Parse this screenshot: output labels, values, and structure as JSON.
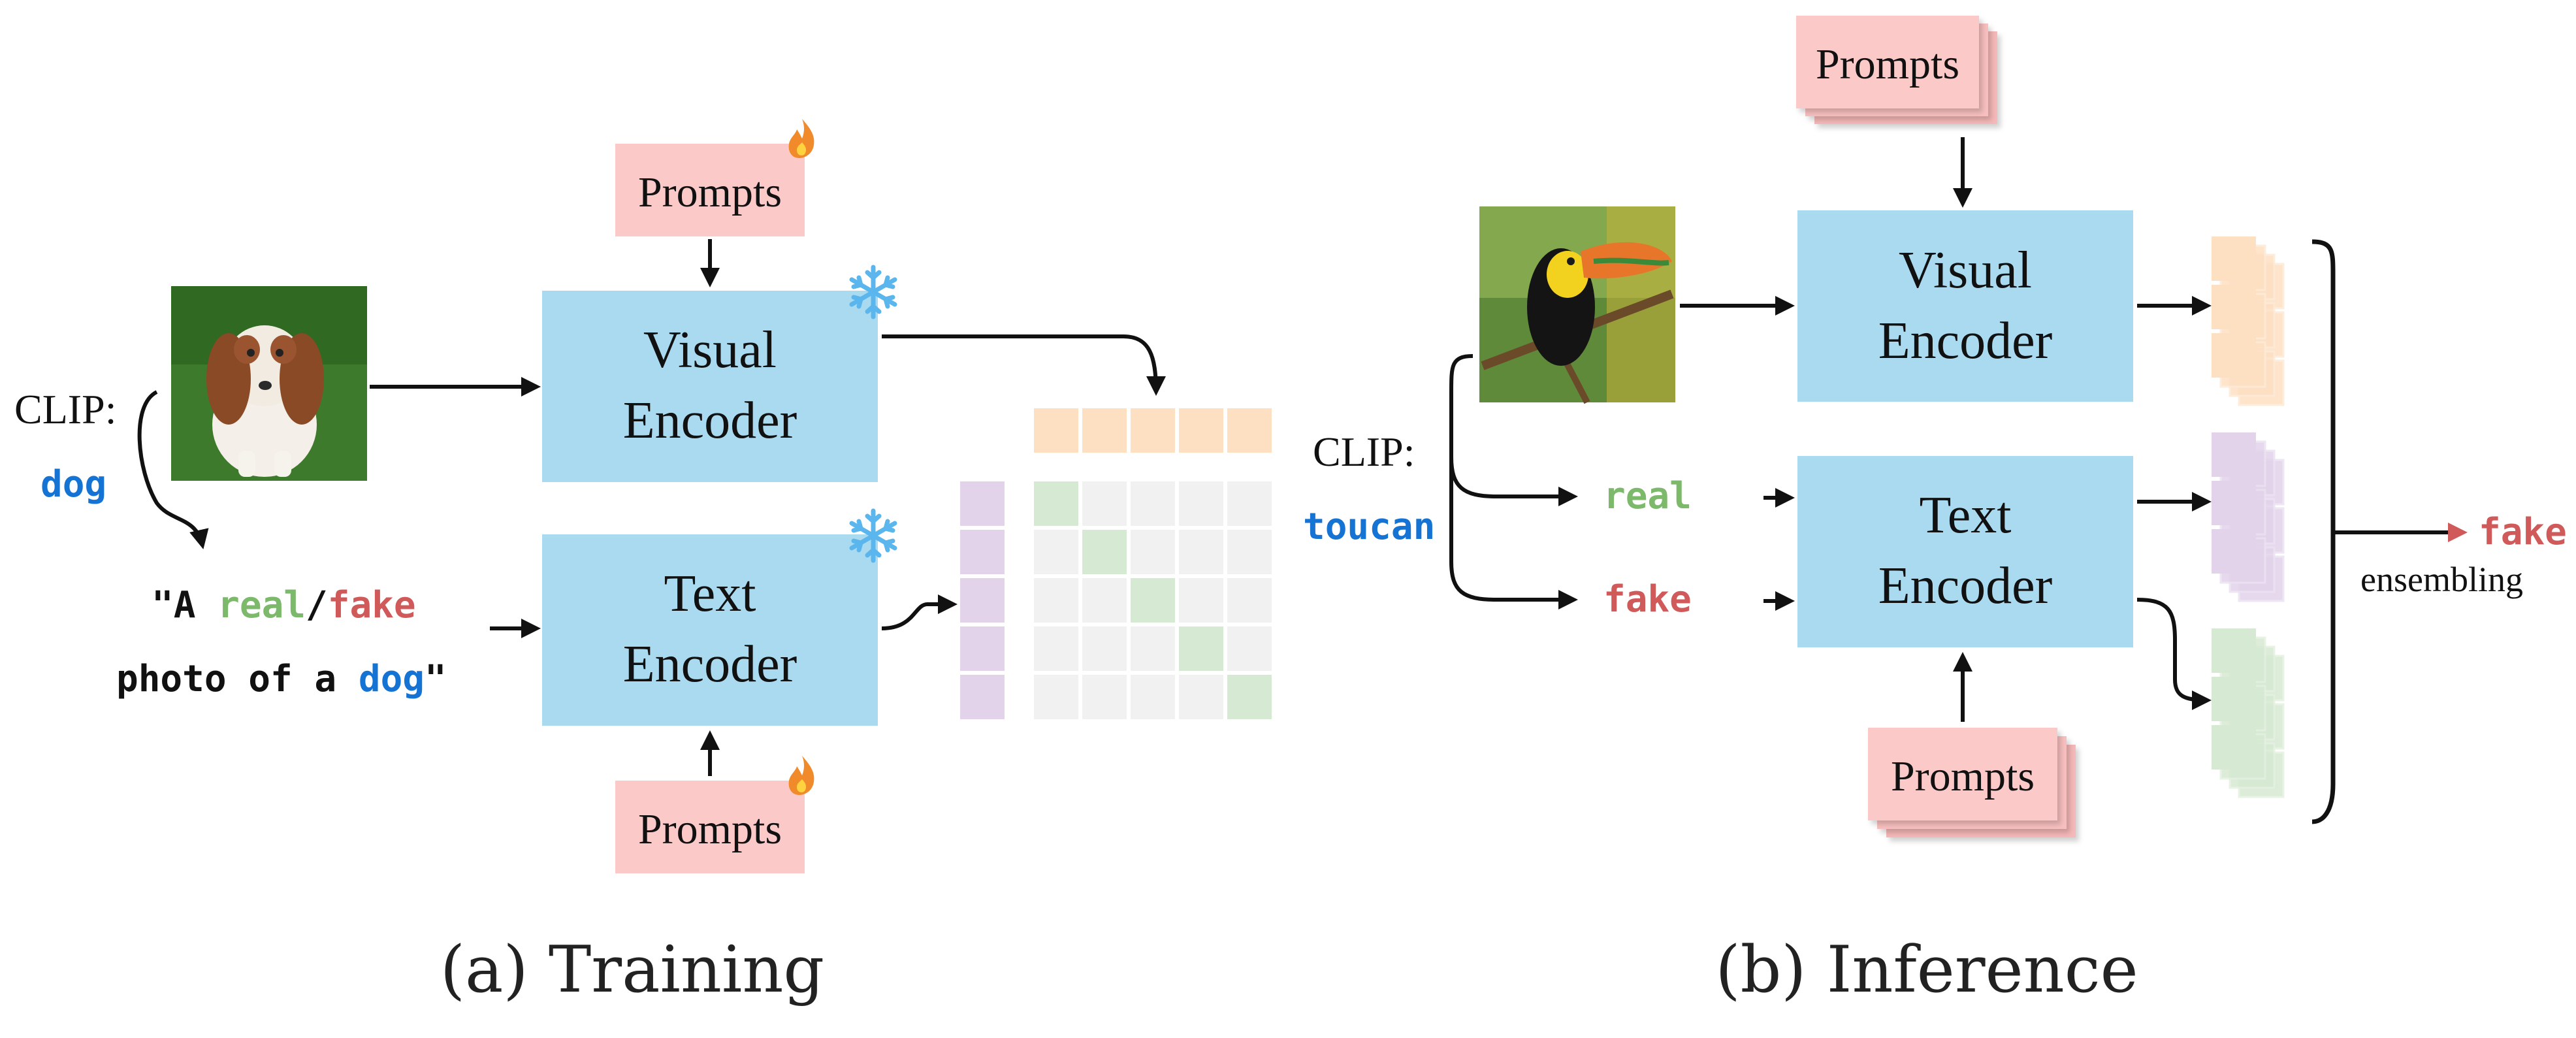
{
  "colors": {
    "encoder_fill": "#a9daf0",
    "prompt_fill": "#fcc9c9",
    "real": "#7cb96b",
    "fake": "#d05a5a",
    "class_blue": "#1573d4",
    "visual_feat": "#fde0c2",
    "text_feat": "#e2d3ea",
    "match_green": "#d6e9d2",
    "grid_gray": "#f1f1f1",
    "arrow": "#111111",
    "snowflake": "#5ab6ec",
    "flame": "#f08a2a"
  },
  "icons": {
    "frozen": "snowflake-icon",
    "trainable": "flame-icon"
  },
  "training": {
    "caption": "(a) Training",
    "prompts_top": "Prompts",
    "prompts_bottom": "Prompts",
    "visual_encoder": [
      "Visual",
      "Encoder"
    ],
    "text_encoder": [
      "Text",
      "Encoder"
    ],
    "clip_label": "CLIP:",
    "class_name": "dog",
    "template": {
      "open": "\"A ",
      "real": "real",
      "slash": "/",
      "fake": "fake",
      "middle": "photo of a ",
      "class": "dog",
      "close": "\""
    },
    "image": "photo of a spaniel puppy sitting on grass"
  },
  "inference": {
    "caption": "(b) Inference",
    "prompts_top": "Prompts",
    "prompts_bottom": "Prompts",
    "visual_encoder": [
      "Visual",
      "Encoder"
    ],
    "text_encoder": [
      "Text",
      "Encoder"
    ],
    "clip_label": "CLIP:",
    "class_name": "toucan",
    "real": "real",
    "fake": "fake",
    "output": "fake",
    "ensembling": "ensembling",
    "image": "photo of a toucan on a branch"
  }
}
